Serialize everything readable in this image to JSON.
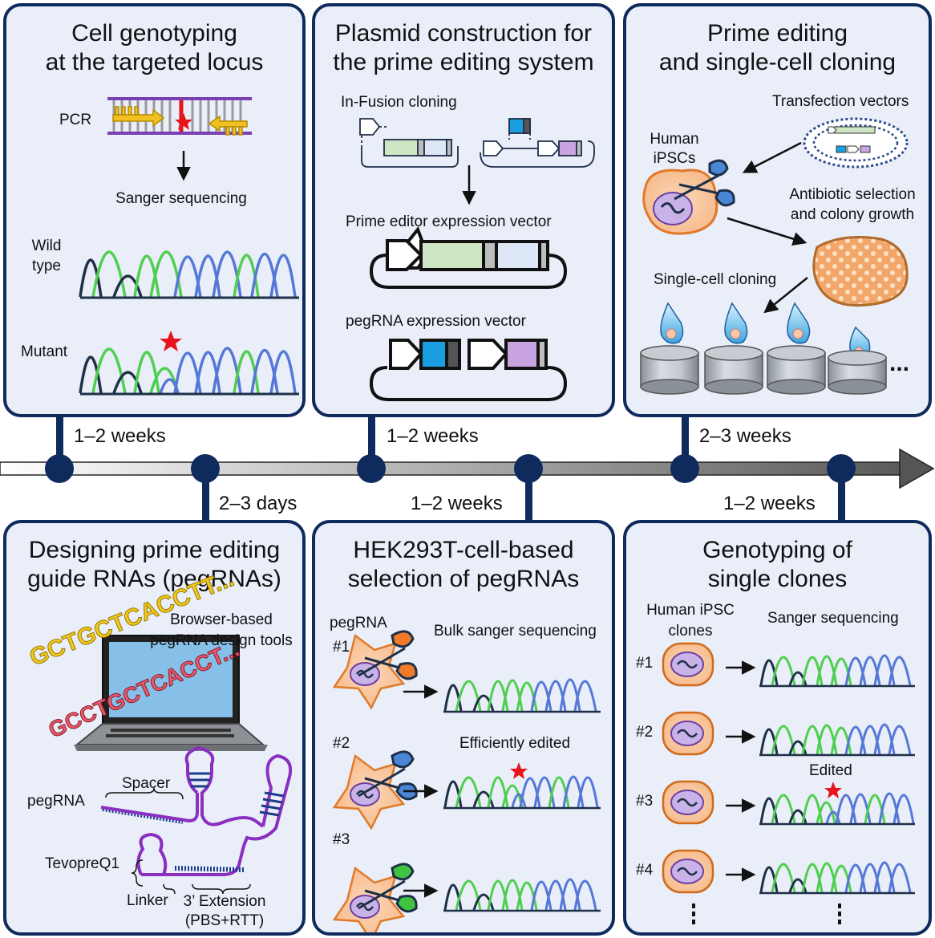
{
  "panels": {
    "p1": {
      "title_line1": "Cell genotyping",
      "title_line2": "at the targeted locus",
      "pcr": "PCR",
      "sanger": "Sanger sequencing",
      "wild_type_line1": "Wild",
      "wild_type_line2": "type",
      "mutant": "Mutant"
    },
    "p2": {
      "title_line1": "Plasmid construction for",
      "title_line2": "the prime editing system",
      "infusion": "In-Fusion cloning",
      "pe_vector": "Prime editor expression vector",
      "peg_vector": "pegRNA expression vector"
    },
    "p3": {
      "title_line1": "Prime editing",
      "title_line2": "and single-cell cloning",
      "transfection": "Transfection vectors",
      "human_line1": "Human",
      "human_line2": "iPSCs",
      "antibiotic_line1": "Antibiotic selection",
      "antibiotic_line2": "and colony growth",
      "single_cell": "Single-cell cloning",
      "ellipsis": "..."
    },
    "p4": {
      "title_line1": "Designing prime editing",
      "title_line2": "guide RNAs (pegRNAs)",
      "browser_line1": "Browser-based",
      "browser_line2": "pegRNA design tools",
      "seq_yellow": "GCTGCTCACCTT...",
      "seq_red": "GCCTGCTCACCT...",
      "spacer": "Spacer",
      "pegrna": "pegRNA",
      "tevopreq1": "TevopreQ1",
      "linker": "Linker",
      "extension_line1": "3’ Extension",
      "extension_line2": "(PBS+RTT)"
    },
    "p5": {
      "title_line1": "HEK293T-cell-based",
      "title_line2": "selection of pegRNAs",
      "pegrna": "pegRNA",
      "n1": "#1",
      "n2": "#2",
      "n3": "#3",
      "bulk": "Bulk sanger sequencing",
      "efficient": "Efficiently edited"
    },
    "p6": {
      "title_line1": "Genotyping of",
      "title_line2": "single clones",
      "clones_line1": "Human iPSC",
      "clones_line2": "clones",
      "sanger": "Sanger sequencing",
      "n1": "#1",
      "n2": "#2",
      "n3": "#3",
      "n4": "#4",
      "edited": "Edited"
    }
  },
  "timeline": {
    "d1": "1–2 weeks",
    "d2": "2–3 days",
    "d3": "1–2 weeks",
    "d4": "1–2 weeks",
    "d5": "2–3 weeks",
    "d6": "1–2 weeks"
  },
  "colors": {
    "navy": "#0f2a5c",
    "panel_bg": "#e9eef8",
    "green_trace": "#4fcf4f",
    "blue_trace": "#5578d8",
    "dark_trace": "#1e2f48",
    "star": "#e8141c",
    "orange": "#ee7a2a",
    "blue_scissor": "#4a86d6",
    "green_scissor": "#3fc43f"
  }
}
